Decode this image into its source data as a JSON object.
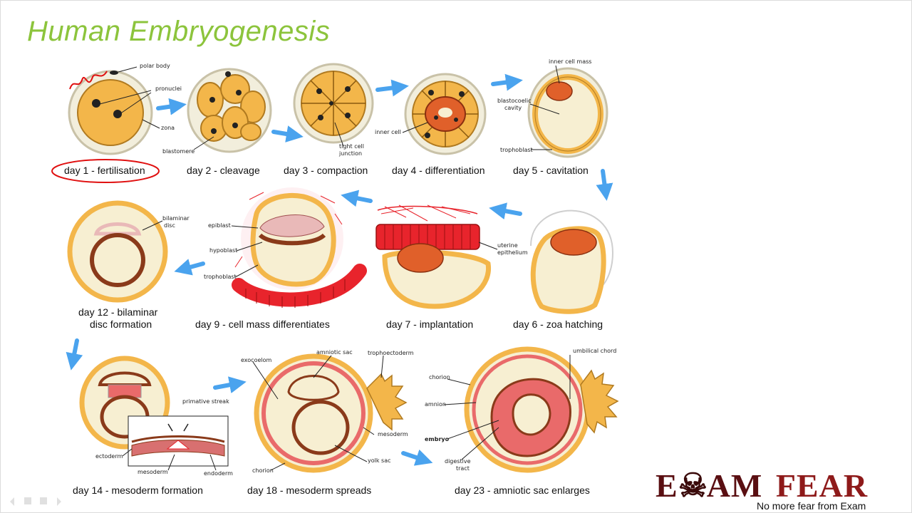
{
  "title": "Human Embryogenesis",
  "stages": [
    {
      "id": "day1",
      "label": "day 1 - fertilisation"
    },
    {
      "id": "day2",
      "label": "day 2 - cleavage"
    },
    {
      "id": "day3",
      "label": "day 3 - compaction"
    },
    {
      "id": "day4",
      "label": "day 4 - differentiation"
    },
    {
      "id": "day5",
      "label": "day 5 - cavitation"
    },
    {
      "id": "day6",
      "label": "day 6 - zoa hatching"
    },
    {
      "id": "day7",
      "label": "day 7 - implantation"
    },
    {
      "id": "day9",
      "label": "day 9 - cell mass differentiates"
    },
    {
      "id": "day12a",
      "label": "day 12 - bilaminar"
    },
    {
      "id": "day12b",
      "label": "disc formation"
    },
    {
      "id": "day14",
      "label": "day 14 - mesoderm formation"
    },
    {
      "id": "day18",
      "label": "day 18 - mesoderm spreads"
    },
    {
      "id": "day23",
      "label": "day 23 - amniotic sac enlarges"
    }
  ],
  "annotations": {
    "polar_body": "polar body",
    "pronuclei": "pronuclei",
    "zona": "zona",
    "blastomere": "blastomere",
    "tight_cell": "tight cell",
    "junction": "junction",
    "inner_cell": "inner cell",
    "inner_cell_mass": "inner cell mass",
    "blastocoelic": "blastocoelic",
    "cavity": "cavity",
    "trophoblast": "trophoblast",
    "uterine": "uterine",
    "epithelium": "epithelium",
    "epiblast": "epiblast",
    "hypoblast": "hypoblast",
    "trophoblast2": "trophoblast",
    "bilaminar": "bilaminar",
    "disc": "disc",
    "primative_streak": "primative streak",
    "ectoderm": "ectoderm",
    "mesoderm": "mesoderm",
    "endoderm": "endoderm",
    "exocoelom": "exocoelom",
    "amniotic_sac": "amniotic sac",
    "trophoectoderm": "trophoectoderm",
    "mesoderm2": "mesoderm",
    "yolk_sac": "yolk sac",
    "chorion": "chorion",
    "umbilical_chord": "umbilical chord",
    "chorion2": "chorion",
    "amnion": "amnion",
    "embryo": "embryo",
    "digestive": "digestive",
    "tract": "tract"
  },
  "logo": {
    "brand_e": "E",
    "brand_am": "AM",
    "brand_fear": "FEAR",
    "tagline": "No more fear from Exam"
  },
  "colors": {
    "title": "#8cc43c",
    "arrow": "#4aa3ee",
    "cell_fill": "#f3b64a",
    "cell_stroke": "#c08020",
    "inner_mass": "#e0602a",
    "cavity": "#f7efd2",
    "red_tissue": "#e8242c",
    "brown": "#8a3a1a",
    "annotation_red": "#e01010",
    "logo_dark": "#5a0f12",
    "logo_red": "#8e1a1a"
  }
}
